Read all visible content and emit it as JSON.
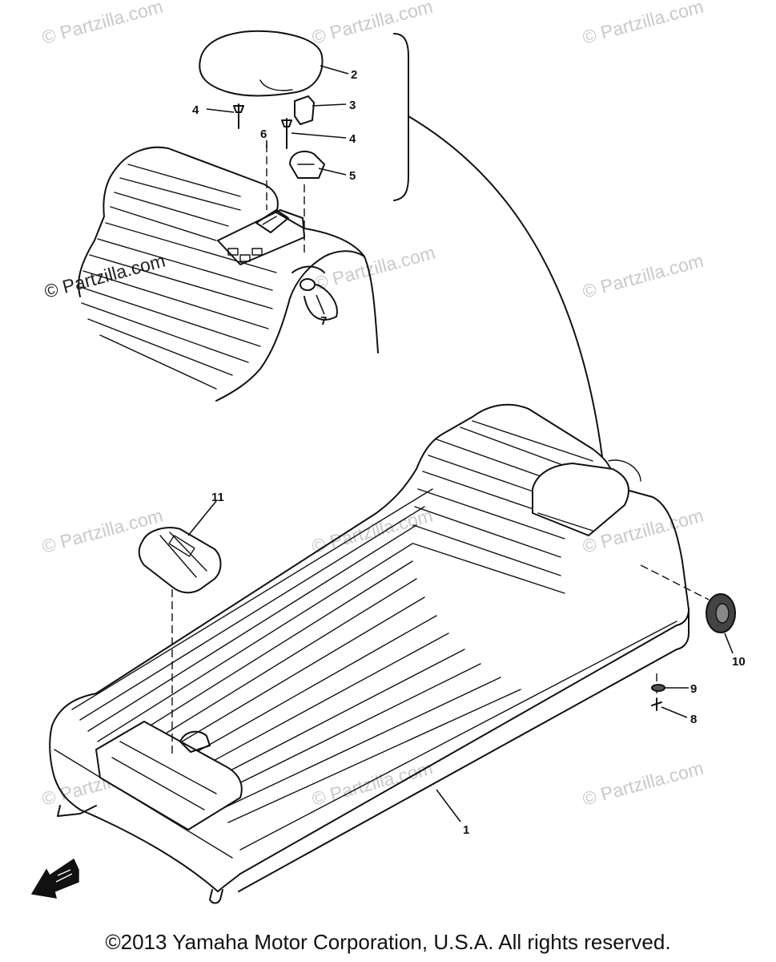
{
  "watermark_text": "© Partzilla.com",
  "copyright": "©2013  Yamaha Motor Corporation, U.S.A. All rights reserved.",
  "callouts": [
    "1",
    "2",
    "3",
    "4",
    "4",
    "5",
    "6",
    "7",
    "8",
    "9",
    "10",
    "11"
  ],
  "colors": {
    "ink": "#111111",
    "watermark": "#c9c9c9",
    "background": "#ffffff"
  },
  "icons": [
    "front-arrow-icon"
  ]
}
